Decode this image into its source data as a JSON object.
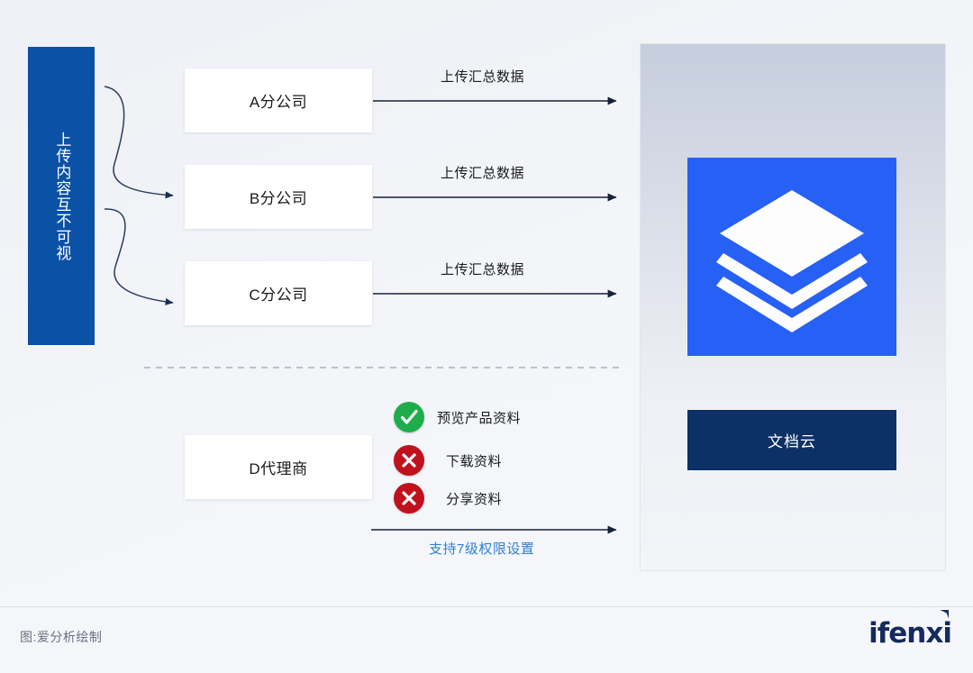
{
  "diagram": {
    "left_bar": {
      "label": "上传内容互不可视"
    },
    "entities": [
      {
        "id": "a",
        "label": "A分公司"
      },
      {
        "id": "b",
        "label": "B分公司"
      },
      {
        "id": "c",
        "label": "C分公司"
      },
      {
        "id": "d",
        "label": "D代理商"
      }
    ],
    "flow_labels": [
      {
        "label": "上传汇总数据"
      },
      {
        "label": "上传汇总数据"
      },
      {
        "label": "上传汇总数据"
      }
    ],
    "permissions": [
      {
        "state": "allowed",
        "icon": "check-circle-icon",
        "label": "预览产品资料"
      },
      {
        "state": "denied",
        "icon": "x-circle-icon",
        "label": "下载资料"
      },
      {
        "state": "denied",
        "icon": "x-circle-icon",
        "label": "分享资料"
      }
    ],
    "permission_note": "支持7级权限设置",
    "right_panel": {
      "product_icon": "layers-stack-icon",
      "product_label": "文档云"
    }
  },
  "footer": {
    "note": "图:爱分析绘制",
    "brand": "ifenxi"
  },
  "colors": {
    "primary_blue": "#0B51A5",
    "brand_blue": "#2660F5",
    "navy": "#0D3066",
    "allow_green": "#1fad4b",
    "deny_red": "#c0121d",
    "note_blue": "#2f7fd6",
    "page_bg": "#f2f4f8"
  }
}
